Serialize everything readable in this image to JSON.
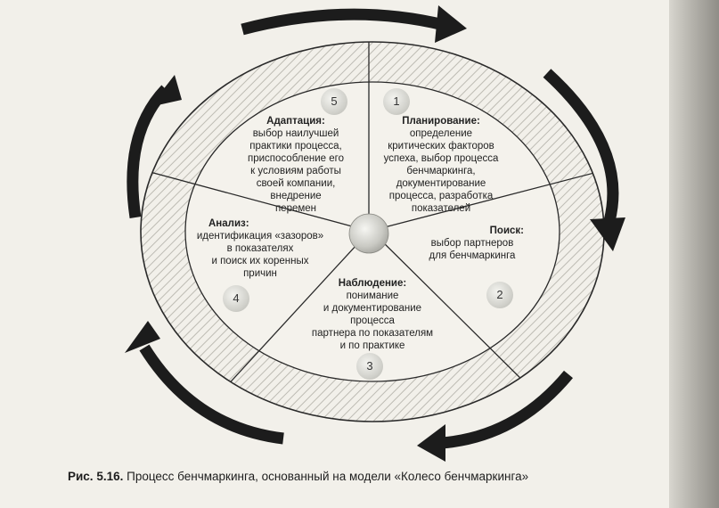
{
  "sections": [
    {
      "num": "1",
      "title": "Планирование:",
      "text": "определение\nкритических факторов\nуспеха, выбор процесса\nбенчмаркинга,\nдокументирование\nпроцесса, разработка\nпоказателей"
    },
    {
      "num": "2",
      "title": "Поиск:",
      "text": "выбор партнеров\nдля бенчмаркинга"
    },
    {
      "num": "3",
      "title": "Наблюдение:",
      "text": "понимание\nи документирование\nпроцесса\nпартнера по показателям\nи по практике"
    },
    {
      "num": "4",
      "title": "Анализ:",
      "text": "идентификация «зазоров»\nв показателях\nи поиск их коренных\nпричин"
    },
    {
      "num": "5",
      "title": "Адаптация:",
      "text": "выбор наилучшей\nпрактики процесса,\nприспособление его\nк условиям работы\nсвоей компании,\nвнедрение\nперемен"
    }
  ],
  "caption": {
    "label": "Рис. 5.16.",
    "text": "Процесс бенчмаркинга, основанный на модели «Колесо бенчмаркинга»"
  },
  "colors": {
    "line": "#2a2a2a",
    "arrow": "#1c1c1c",
    "hatch": "#b8b6ae",
    "badge": "#cfcfc9"
  }
}
